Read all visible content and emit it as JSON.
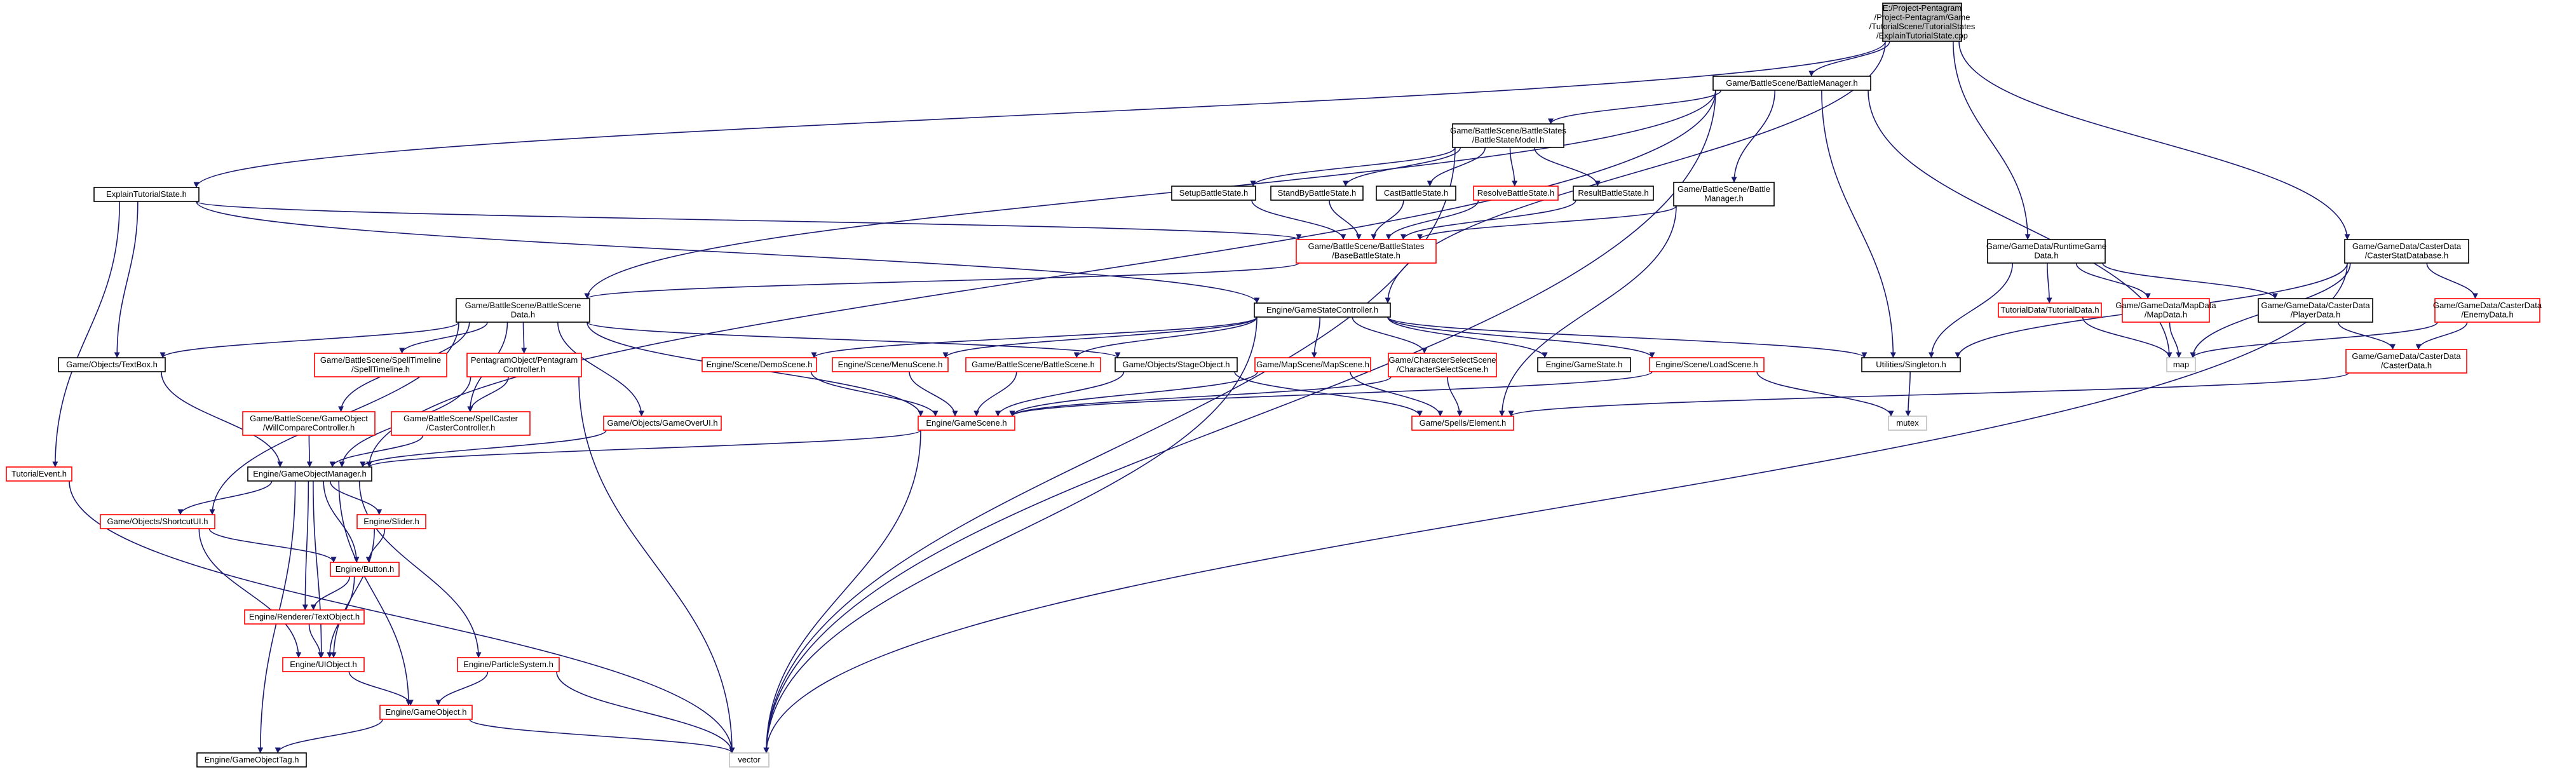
{
  "colors": {
    "edge": "#191970",
    "missing_border": "#ff0000",
    "doc_border": "#000000",
    "external_border": "#bfbfbf",
    "root_fill": "#bfbfbf"
  },
  "nodes": [
    {
      "id": "root",
      "lines": [
        "E:/Project-Pentagram",
        "/Project-Pentagram/Game",
        "/TutorialScene/TutorialStates",
        "/ExplainTutorialState.cpp"
      ],
      "style": "root"
    },
    {
      "id": "explain",
      "lines": [
        "ExplainTutorialState.h"
      ],
      "style": "black"
    },
    {
      "id": "battlemgr",
      "lines": [
        "Game/BattleScene/BattleManager.h"
      ],
      "style": "black"
    },
    {
      "id": "runtime",
      "lines": [
        "Game/GameData/RuntimeGame",
        "Data.h"
      ],
      "style": "black"
    },
    {
      "id": "casterstat",
      "lines": [
        "Game/GameData/CasterData",
        "/CasterStatDatabase.h"
      ],
      "style": "black"
    },
    {
      "id": "bsmodel",
      "lines": [
        "Game/BattleScene/BattleStates",
        "/BattleStateModel.h"
      ],
      "style": "black"
    },
    {
      "id": "setup",
      "lines": [
        "SetupBattleState.h"
      ],
      "style": "black"
    },
    {
      "id": "standby",
      "lines": [
        "StandByBattleState.h"
      ],
      "style": "black"
    },
    {
      "id": "cast",
      "lines": [
        "CastBattleState.h"
      ],
      "style": "black"
    },
    {
      "id": "resolve",
      "lines": [
        "ResolveBattleState.h"
      ],
      "style": "red"
    },
    {
      "id": "result",
      "lines": [
        "ResultBattleState.h"
      ],
      "style": "black"
    },
    {
      "id": "bmgr2",
      "lines": [
        "Game/BattleScene/Battle",
        "Manager.h"
      ],
      "style": "black"
    },
    {
      "id": "basebs",
      "lines": [
        "Game/BattleScene/BattleStates",
        "/BaseBattleState.h"
      ],
      "style": "red"
    },
    {
      "id": "bsdata",
      "lines": [
        "Game/BattleScene/BattleScene",
        "Data.h"
      ],
      "style": "black"
    },
    {
      "id": "gsc",
      "lines": [
        "Engine/GameStateController.h"
      ],
      "style": "black"
    },
    {
      "id": "tutdata",
      "lines": [
        "TutorialData/TutorialData.h"
      ],
      "style": "red"
    },
    {
      "id": "mapdata",
      "lines": [
        "Game/GameData/MapData",
        "/MapData.h"
      ],
      "style": "red"
    },
    {
      "id": "playerdata",
      "lines": [
        "Game/GameData/CasterData",
        "/PlayerData.h"
      ],
      "style": "black"
    },
    {
      "id": "enemydata",
      "lines": [
        "Game/GameData/CasterData",
        "/EnemyData.h"
      ],
      "style": "red"
    },
    {
      "id": "casterdata",
      "lines": [
        "Game/GameData/CasterData",
        "/CasterData.h"
      ],
      "style": "red"
    },
    {
      "id": "textbox",
      "lines": [
        "Game/Objects/TextBox.h"
      ],
      "style": "black"
    },
    {
      "id": "spelltimeline",
      "lines": [
        "Game/BattleScene/SpellTimeline",
        "/SpellTimeline.h"
      ],
      "style": "red"
    },
    {
      "id": "pentagram",
      "lines": [
        "PentagramObject/Pentagram",
        "Controller.h"
      ],
      "style": "red"
    },
    {
      "id": "demoscene",
      "lines": [
        "Engine/Scene/DemoScene.h"
      ],
      "style": "red"
    },
    {
      "id": "menuscene",
      "lines": [
        "Engine/Scene/MenuScene.h"
      ],
      "style": "red"
    },
    {
      "id": "battlescene",
      "lines": [
        "Game/BattleScene/BattleScene.h"
      ],
      "style": "red"
    },
    {
      "id": "stageobj",
      "lines": [
        "Game/Objects/StageObject.h"
      ],
      "style": "black"
    },
    {
      "id": "mapscene",
      "lines": [
        "Game/MapScene/MapScene.h"
      ],
      "style": "red"
    },
    {
      "id": "charsel",
      "lines": [
        "Game/CharacterSelectScene",
        "/CharacterSelectScene.h"
      ],
      "style": "red"
    },
    {
      "id": "gamestate",
      "lines": [
        "Engine/GameState.h"
      ],
      "style": "black"
    },
    {
      "id": "loadscene",
      "lines": [
        "Engine/Scene/LoadScene.h"
      ],
      "style": "red"
    },
    {
      "id": "singleton",
      "lines": [
        "Utilities/Singleton.h"
      ],
      "style": "black"
    },
    {
      "id": "map",
      "lines": [
        "map"
      ],
      "style": "gray"
    },
    {
      "id": "willcompare",
      "lines": [
        "Game/BattleScene/GameObject",
        "/WillCompareController.h"
      ],
      "style": "red"
    },
    {
      "id": "spellcaster",
      "lines": [
        "Game/BattleScene/SpellCaster",
        "/CasterController.h"
      ],
      "style": "red"
    },
    {
      "id": "gameoverui",
      "lines": [
        "Game/Objects/GameOverUI.h"
      ],
      "style": "red"
    },
    {
      "id": "gamescene",
      "lines": [
        "Engine/GameScene.h"
      ],
      "style": "red"
    },
    {
      "id": "element",
      "lines": [
        "Game/Spells/Element.h"
      ],
      "style": "red"
    },
    {
      "id": "mutex",
      "lines": [
        "mutex"
      ],
      "style": "gray"
    },
    {
      "id": "tutevent",
      "lines": [
        "TutorialEvent.h"
      ],
      "style": "red"
    },
    {
      "id": "gom",
      "lines": [
        "Engine/GameObjectManager.h"
      ],
      "style": "black"
    },
    {
      "id": "shortcutui",
      "lines": [
        "Game/Objects/ShortcutUI.h"
      ],
      "style": "red"
    },
    {
      "id": "slider",
      "lines": [
        "Engine/Slider.h"
      ],
      "style": "red"
    },
    {
      "id": "button",
      "lines": [
        "Engine/Button.h"
      ],
      "style": "red"
    },
    {
      "id": "textobj",
      "lines": [
        "Engine/Renderer/TextObject.h"
      ],
      "style": "red"
    },
    {
      "id": "uiobject",
      "lines": [
        "Engine/UIObject.h"
      ],
      "style": "red"
    },
    {
      "id": "particle",
      "lines": [
        "Engine/ParticleSystem.h"
      ],
      "style": "red"
    },
    {
      "id": "gameobject",
      "lines": [
        "Engine/GameObject.h"
      ],
      "style": "red"
    },
    {
      "id": "gotag",
      "lines": [
        "Engine/GameObjectTag.h"
      ],
      "style": "black"
    },
    {
      "id": "vector",
      "lines": [
        "vector"
      ],
      "style": "gray"
    }
  ],
  "edges": [
    [
      "root",
      "explain"
    ],
    [
      "root",
      "battlemgr"
    ],
    [
      "root",
      "runtime"
    ],
    [
      "root",
      "casterstat"
    ],
    [
      "root",
      "gsc"
    ],
    [
      "battlemgr",
      "bsmodel"
    ],
    [
      "battlemgr",
      "bmgr2"
    ],
    [
      "battlemgr",
      "bsdata"
    ],
    [
      "battlemgr",
      "gom"
    ],
    [
      "battlemgr",
      "singleton"
    ],
    [
      "battlemgr",
      "map"
    ],
    [
      "battlemgr",
      "vector"
    ],
    [
      "bsmodel",
      "setup"
    ],
    [
      "bsmodel",
      "standby"
    ],
    [
      "bsmodel",
      "cast"
    ],
    [
      "bsmodel",
      "resolve"
    ],
    [
      "bsmodel",
      "result"
    ],
    [
      "bsmodel",
      "vector"
    ],
    [
      "setup",
      "basebs"
    ],
    [
      "standby",
      "basebs"
    ],
    [
      "cast",
      "basebs"
    ],
    [
      "resolve",
      "basebs"
    ],
    [
      "result",
      "basebs"
    ],
    [
      "bmgr2",
      "basebs"
    ],
    [
      "bmgr2",
      "element"
    ],
    [
      "basebs",
      "bsdata"
    ],
    [
      "explain",
      "basebs"
    ],
    [
      "explain",
      "gsc"
    ],
    [
      "explain",
      "textbox"
    ],
    [
      "explain",
      "tutevent"
    ],
    [
      "runtime",
      "singleton"
    ],
    [
      "runtime",
      "tutdata"
    ],
    [
      "runtime",
      "mapdata"
    ],
    [
      "runtime",
      "playerdata"
    ],
    [
      "tutdata",
      "map"
    ],
    [
      "mapdata",
      "map"
    ],
    [
      "playerdata",
      "casterdata"
    ],
    [
      "casterstat",
      "singleton"
    ],
    [
      "casterstat",
      "enemydata"
    ],
    [
      "casterstat",
      "map"
    ],
    [
      "casterstat",
      "vector"
    ],
    [
      "enemydata",
      "casterdata"
    ],
    [
      "enemydata",
      "map"
    ],
    [
      "casterdata",
      "element"
    ],
    [
      "bsdata",
      "textbox"
    ],
    [
      "bsdata",
      "spelltimeline"
    ],
    [
      "bsdata",
      "pentagram"
    ],
    [
      "bsdata",
      "willcompare"
    ],
    [
      "bsdata",
      "spellcaster"
    ],
    [
      "bsdata",
      "gameoverui"
    ],
    [
      "bsdata",
      "gamescene"
    ],
    [
      "bsdata",
      "stageobj"
    ],
    [
      "bsdata",
      "shortcutui"
    ],
    [
      "gsc",
      "demoscene"
    ],
    [
      "gsc",
      "menuscene"
    ],
    [
      "gsc",
      "battlescene"
    ],
    [
      "gsc",
      "mapscene"
    ],
    [
      "gsc",
      "charsel"
    ],
    [
      "gsc",
      "gamestate"
    ],
    [
      "gsc",
      "loadscene"
    ],
    [
      "gsc",
      "singleton"
    ],
    [
      "gsc",
      "vector"
    ],
    [
      "demoscene",
      "gamescene"
    ],
    [
      "menuscene",
      "gamescene"
    ],
    [
      "battlescene",
      "gamescene"
    ],
    [
      "stageobj",
      "gamescene"
    ],
    [
      "stageobj",
      "element"
    ],
    [
      "mapscene",
      "gamescene"
    ],
    [
      "mapscene",
      "element"
    ],
    [
      "charsel",
      "gamescene"
    ],
    [
      "charsel",
      "element"
    ],
    [
      "loadscene",
      "gamescene"
    ],
    [
      "loadscene",
      "mutex"
    ],
    [
      "singleton",
      "mutex"
    ],
    [
      "textbox",
      "gom"
    ],
    [
      "willcompare",
      "gom"
    ],
    [
      "spellcaster",
      "gom"
    ],
    [
      "pentagram",
      "gom"
    ],
    [
      "pentagram",
      "spellcaster"
    ],
    [
      "pentagram",
      "vector"
    ],
    [
      "gameoverui",
      "gom"
    ],
    [
      "gamescene",
      "gom"
    ],
    [
      "gamescene",
      "vector"
    ],
    [
      "gom",
      "shortcutui"
    ],
    [
      "gom",
      "slider"
    ],
    [
      "gom",
      "button"
    ],
    [
      "gom",
      "textobj"
    ],
    [
      "gom",
      "uiobject"
    ],
    [
      "gom",
      "particle"
    ],
    [
      "gom",
      "gameobject"
    ],
    [
      "gom",
      "gotag"
    ],
    [
      "shortcutui",
      "button"
    ],
    [
      "shortcutui",
      "uiobject"
    ],
    [
      "slider",
      "button"
    ],
    [
      "slider",
      "uiobject"
    ],
    [
      "button",
      "textobj"
    ],
    [
      "button",
      "uiobject"
    ],
    [
      "textobj",
      "uiobject"
    ],
    [
      "uiobject",
      "gameobject"
    ],
    [
      "particle",
      "gameobject"
    ],
    [
      "particle",
      "vector"
    ],
    [
      "gameobject",
      "gotag"
    ],
    [
      "gameobject",
      "vector"
    ],
    [
      "tutevent",
      "vector"
    ]
  ]
}
